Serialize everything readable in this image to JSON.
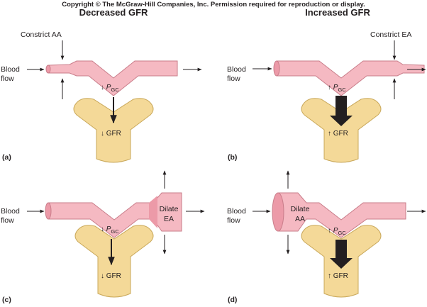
{
  "copyright": "Copyright © The McGraw-Hill Companies, Inc. Permission required for reproduction or display.",
  "headings": {
    "left": "Decreased GFR",
    "right": "Increased GFR"
  },
  "common": {
    "blood_flow_line1": "Blood",
    "blood_flow_line2": "flow",
    "pgc_symbol": "P",
    "pgc_sub": "GC",
    "gfr": "GFR",
    "down_arrow": "↓",
    "up_arrow": "↑"
  },
  "panels": {
    "a": {
      "label": "(a)",
      "action": "Constrict AA"
    },
    "b": {
      "label": "(b)",
      "action": "Constrict EA"
    },
    "c": {
      "label": "(c)",
      "action_line1": "Dilate",
      "action_line2": "EA"
    },
    "d": {
      "label": "(d)",
      "action_line1": "Dilate",
      "action_line2": "AA"
    }
  },
  "colors": {
    "vessel_fill": "#f5b9c2",
    "vessel_stroke": "#c97d8a",
    "vessel_dark": "#ec9aa8",
    "capsule_fill": "#f4d998",
    "capsule_stroke": "#c9a85a",
    "arrow": "#231f20"
  }
}
